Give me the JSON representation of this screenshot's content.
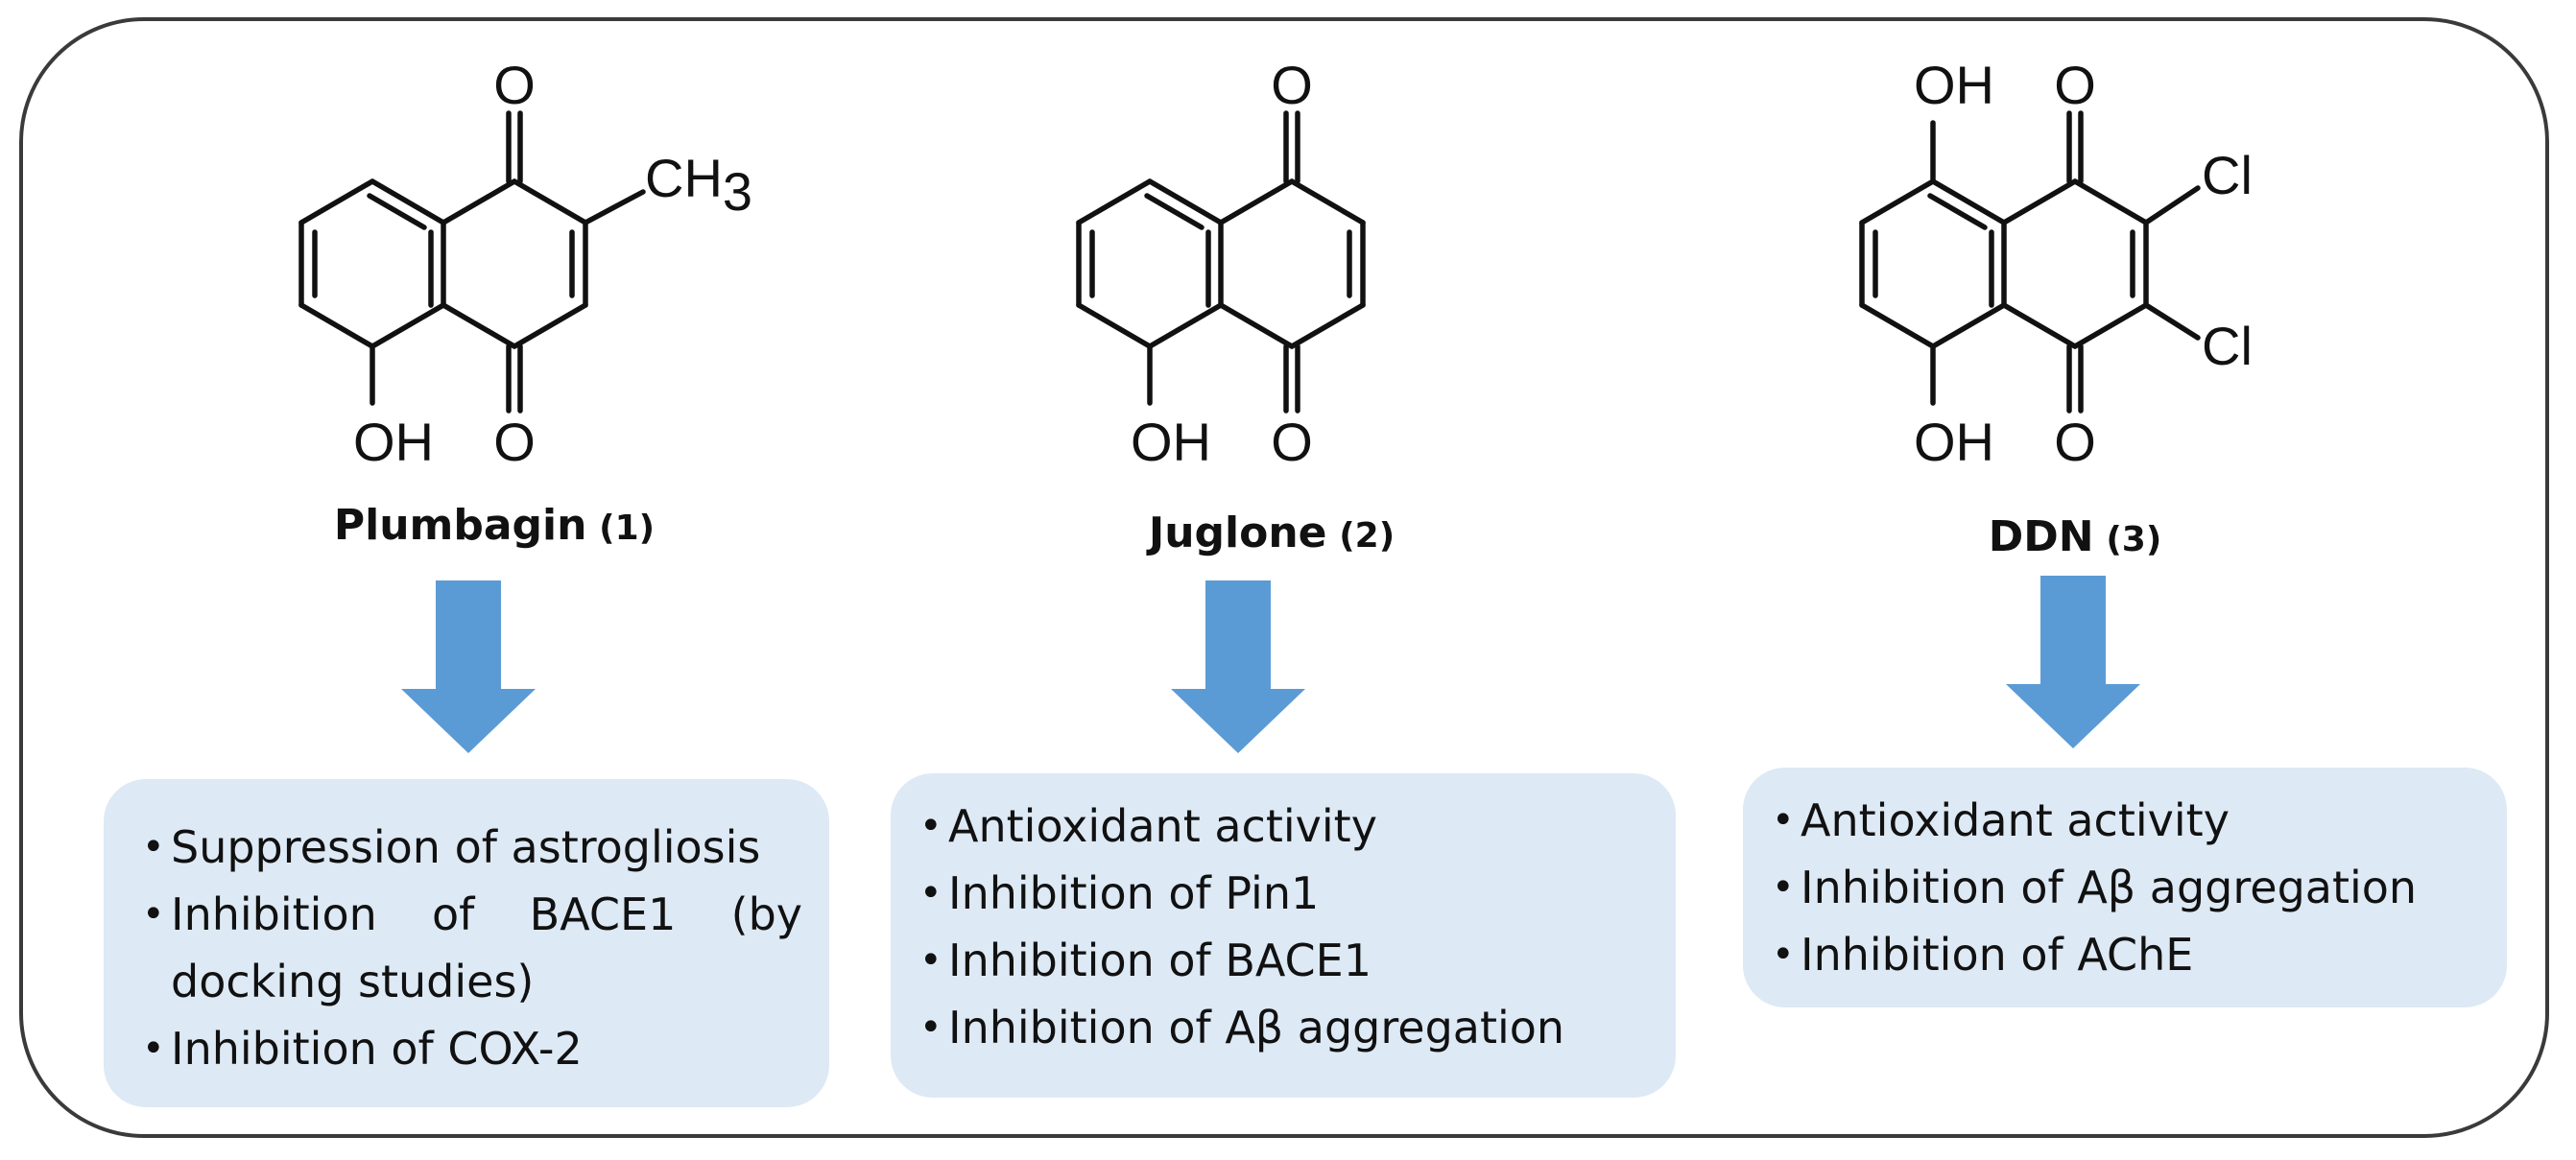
{
  "compounds": [
    {
      "name": "Plumbagin",
      "number": "(1)",
      "atoms": {
        "o_top": "O",
        "o_bottom": "O",
        "oh": "OH",
        "ch3_main": "CH",
        "ch3_sub": "3"
      },
      "activities": [
        "Suppression of astrogliosis",
        "Inhibition of BACE1 (by docking studies)",
        "Inhibition of COX-2"
      ]
    },
    {
      "name": "Juglone",
      "number": "(2)",
      "atoms": {
        "o_top": "O",
        "o_bottom": "O",
        "oh": "OH"
      },
      "activities": [
        "Antioxidant activity",
        "Inhibition of Pin1",
        "Inhibition of BACE1",
        "Inhibition of Aβ aggregation"
      ]
    },
    {
      "name": "DDN",
      "number": "(3)",
      "atoms": {
        "o_top": "O",
        "o_bottom": "O",
        "oh_top": "OH",
        "oh_bottom": "OH",
        "cl_top": "Cl",
        "cl_bottom": "Cl"
      },
      "activities": [
        "Antioxidant activity",
        "Inhibition of Aβ aggregation",
        "Inhibition of AChE"
      ]
    }
  ],
  "colors": {
    "arrow": "#5b9bd5",
    "box_fill": "#dde9f5",
    "frame": "#3a3a3a"
  }
}
